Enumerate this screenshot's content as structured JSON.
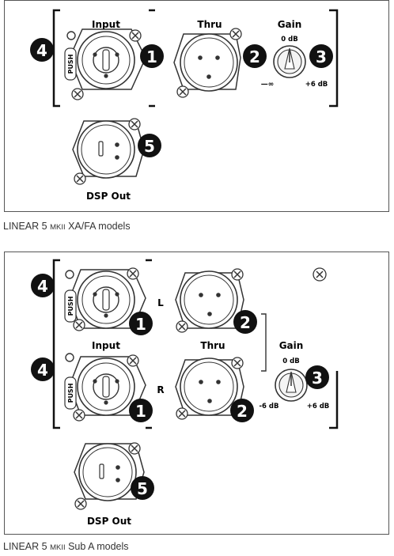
{
  "panel1": {
    "labels": {
      "input": "Input",
      "thru": "Thru",
      "gain": "Gain",
      "gain_top": "0 dB",
      "gain_min": "—∞",
      "gain_max": "+6 dB",
      "push": "PUSH",
      "dsp_out": "DSP Out"
    },
    "callouts": {
      "c1": "1",
      "c2": "2",
      "c3": "3",
      "c4": "4",
      "c5": "5"
    }
  },
  "caption1": {
    "prefix": "LINEAR 5 ",
    "small": "MKII",
    "suffix": " XA/FA models"
  },
  "panel2": {
    "labels": {
      "input": "Input",
      "thru": "Thru",
      "gain": "Gain",
      "gain_top": "0 dB",
      "gain_min": "-6 dB",
      "gain_max": "+6 dB",
      "left": "L",
      "right": "R",
      "push_l": "PUSH",
      "push_r": "PUSH",
      "dsp_out": "DSP Out"
    },
    "callouts": {
      "c1_l": "1",
      "c1_r": "1",
      "c2_l": "2",
      "c2_r": "2",
      "c3": "3",
      "c4_l": "4",
      "c4_r": "4",
      "c5": "5"
    }
  },
  "caption2": {
    "prefix": "LINEAR 5 ",
    "small": "MKII",
    "suffix": " Sub A models"
  }
}
